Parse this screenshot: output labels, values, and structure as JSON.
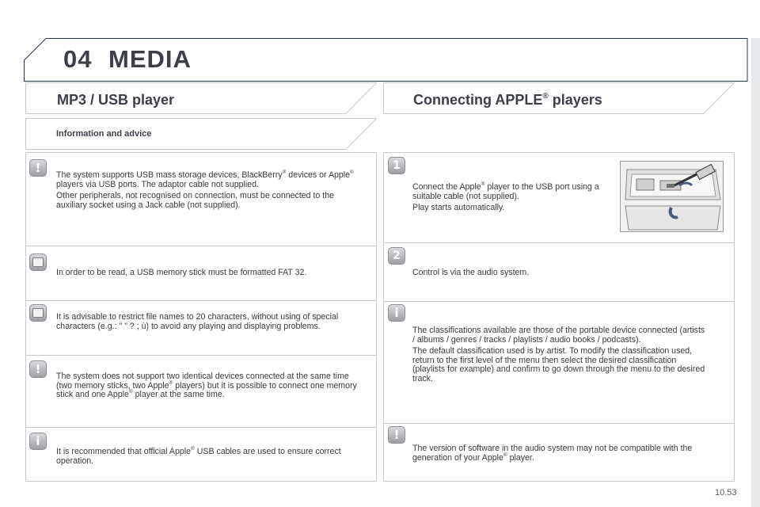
{
  "chapter": {
    "number": "04",
    "title": "MEDIA"
  },
  "left": {
    "title": "MP3 / USB player",
    "subtitle": "Information and advice",
    "items": [
      {
        "icon": "exclamation-icon",
        "p1_a": "The system supports USB mass storage devices, BlackBerry",
        "p1_b": "devices or Apple",
        "p1_c": " players via USB ports. The adaptor cable not supplied.",
        "p2": "Other peripherals, not recognised on connection, must be connected to the auxiliary socket using a Jack cable (not supplied)."
      },
      {
        "icon": "memo-icon",
        "p1": "In order to be read, a USB memory stick must be formatted FAT 32."
      },
      {
        "icon": "memo-icon",
        "p1": "It is advisable to restrict file names to 20 characters, without using of special characters (e.g.: \" \" ? ; ù) to avoid any playing and displaying problems."
      },
      {
        "icon": "exclamation-icon",
        "p1_a": "The system does not support two identical devices connected at the same time (two memory sticks, two Apple",
        "p1_b": " players) but it is possible to connect one memory stick and one Apple",
        "p1_c": " player at the same time."
      },
      {
        "icon": "info-icon",
        "p1_a": "It is recommended that official Apple",
        "p1_b": " USB cables are used to ensure correct operation."
      }
    ]
  },
  "right": {
    "title": "Connecting APPLE",
    "title_suffix": " players",
    "items": [
      {
        "icon_label": "1",
        "p1_a": "Connect the Apple",
        "p1_b": " player to the USB port using a suitable cable (not supplied).",
        "p2": "Play starts automatically."
      },
      {
        "icon_label": "2",
        "p1": "Control is via the audio system."
      },
      {
        "icon": "info-icon",
        "p1": "The classifications available are those of the portable device connected (artists / albums / genres / tracks / playlists / audio books / podcasts).",
        "p2": "The default classification used is by artist. To modify the classification used, return to the first level of the menu then select the desired classification (playlists for example) and confirm to go down through the menu to the desired track."
      },
      {
        "icon": "exclamation-icon",
        "p1_a": "The version of software in the audio system may not be compatible with the generation of your Apple",
        "p1_b": " player."
      }
    ]
  },
  "registered_mark": "®",
  "page_number": "10.53"
}
